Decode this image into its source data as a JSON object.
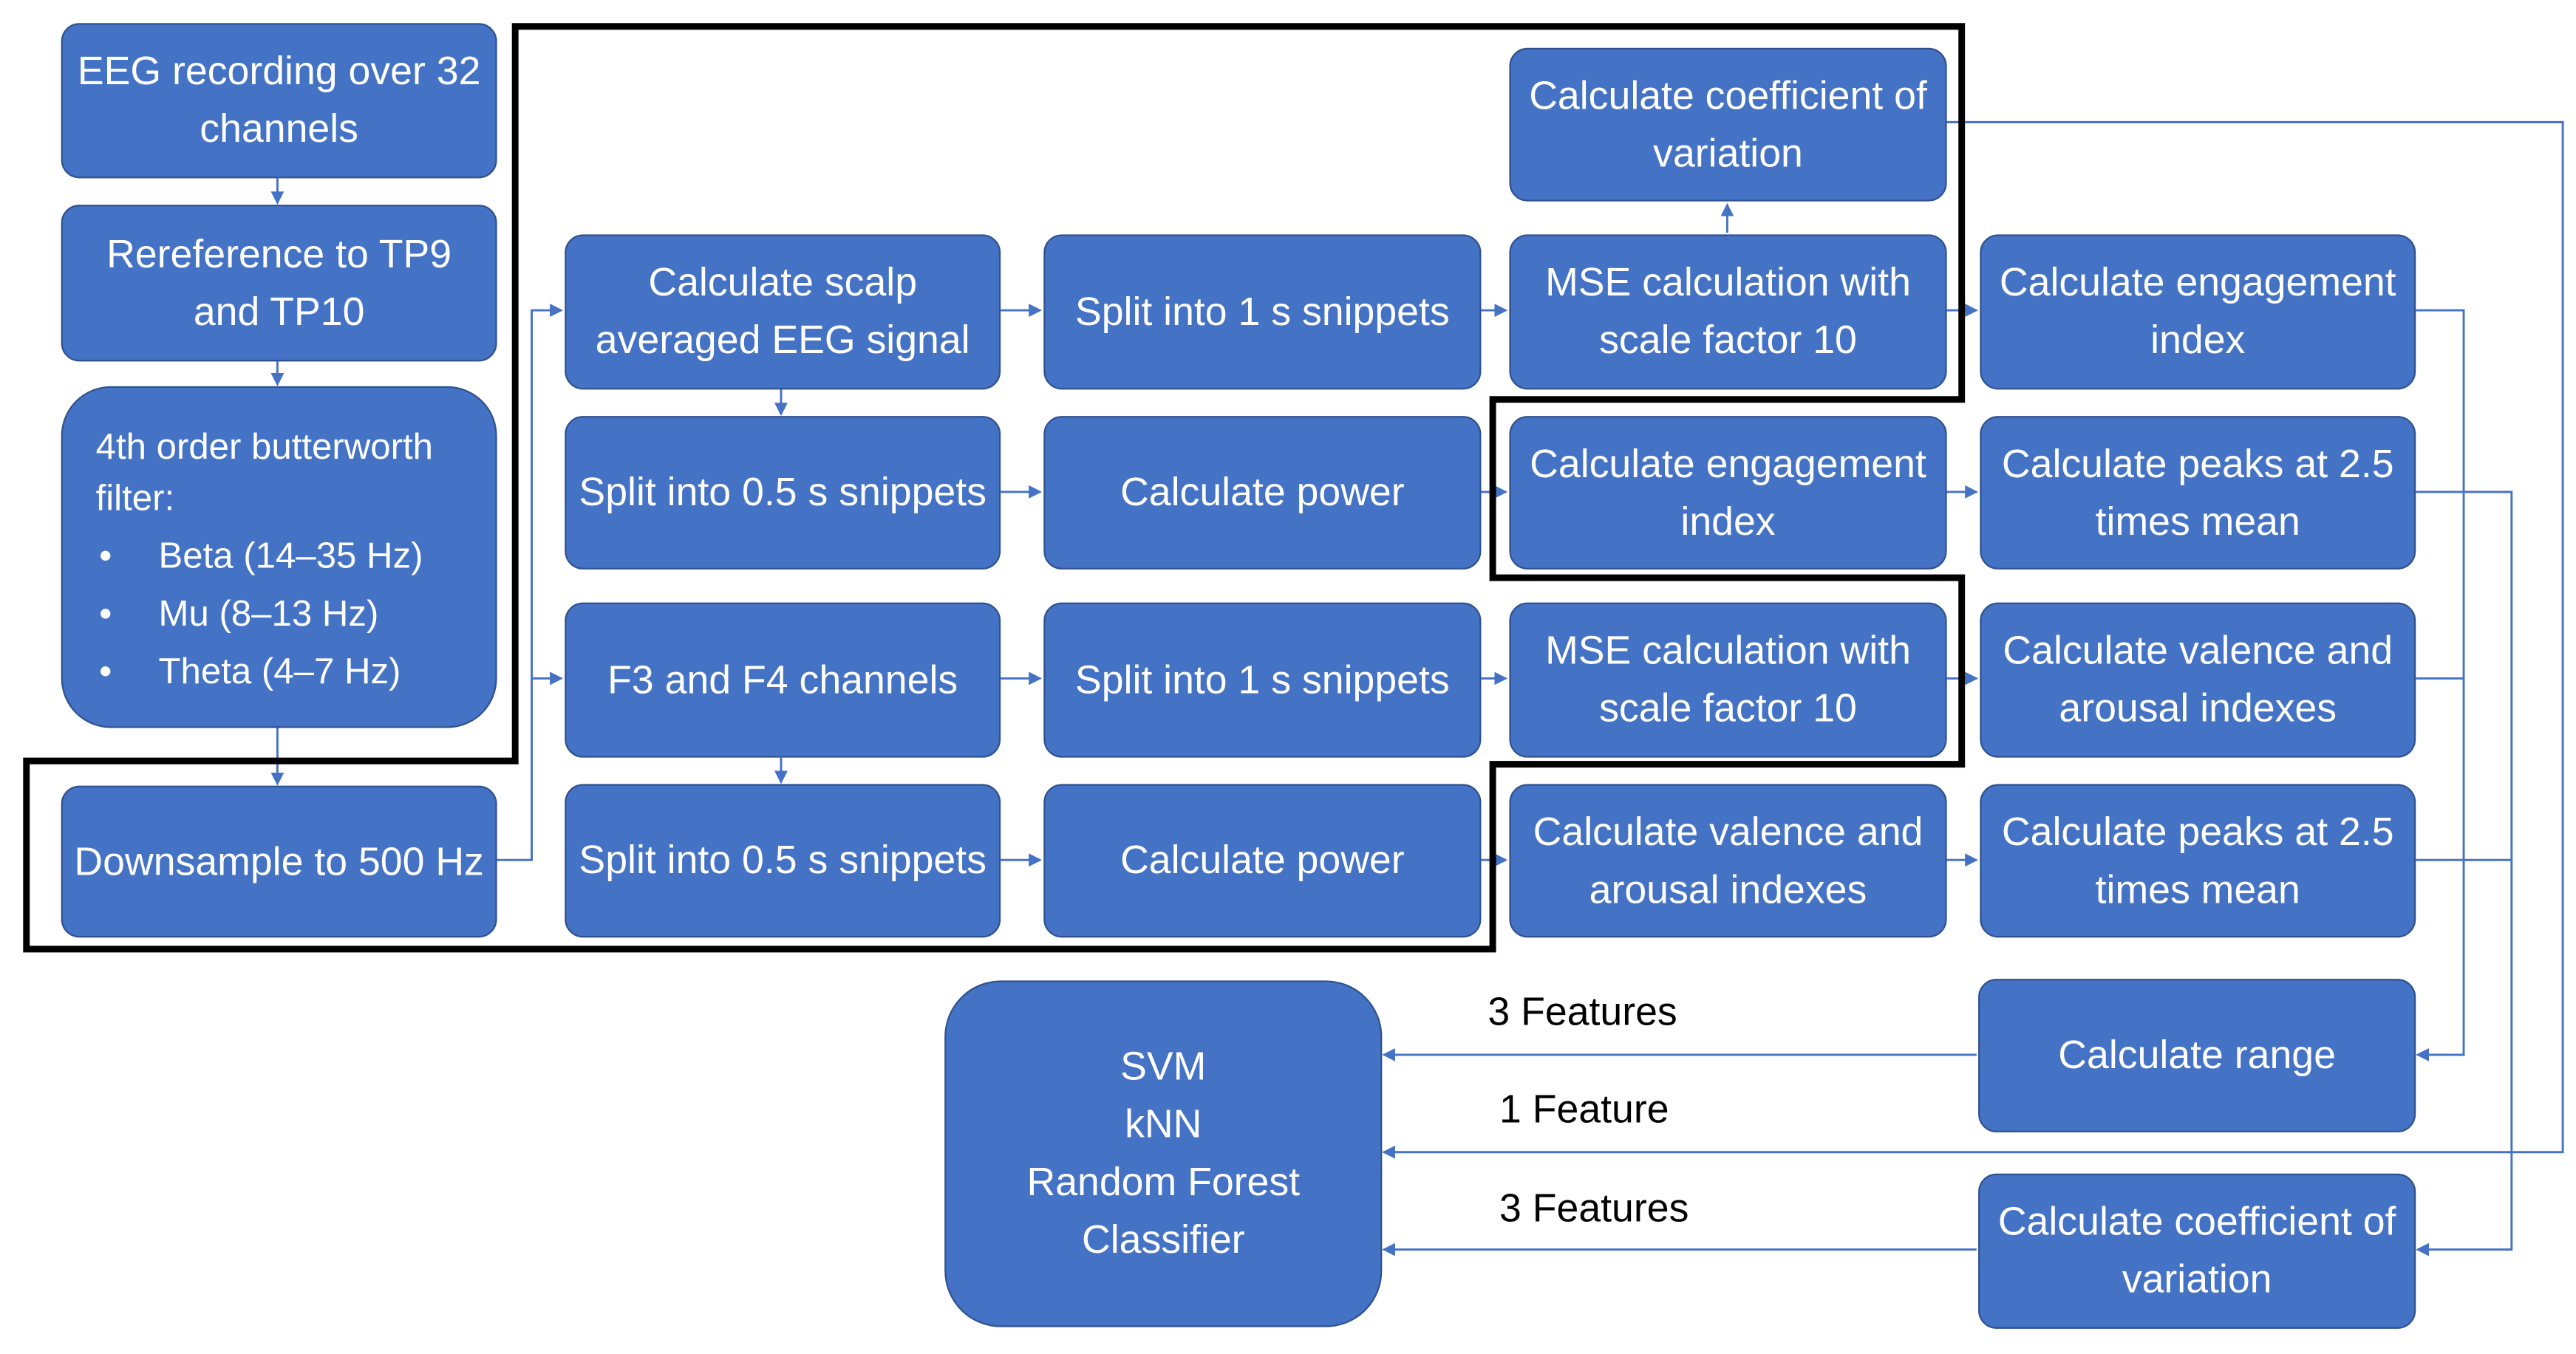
{
  "colors": {
    "box_fill": "#4472C4",
    "box_border": "#2F528F",
    "box_text": "#FFFFFF",
    "connector": "#4472C4",
    "group_outline": "#000000",
    "label_text": "#000000"
  },
  "nodes": {
    "eeg_recording": "EEG recording over 32 channels",
    "rereference": "Rereference to TP9 and TP10",
    "filter": {
      "title": "4th order butterworth filter:",
      "bands": [
        "Beta (14–35 Hz)",
        "Mu (8–13 Hz)",
        "Theta (4–7 Hz)"
      ]
    },
    "downsample": "Downsample to 500 Hz",
    "scalp_average": "Calculate scalp averaged EEG signal",
    "split_1s_a": "Split into 1 s snippets",
    "mse_a": "MSE calculation with scale factor 10",
    "cov_top": "Calculate coefficient of variation",
    "engagement_a": "Calculate engagement index",
    "split_05s_a": "Split into 0.5 s snippets",
    "power_a": "Calculate power",
    "engagement_b": "Calculate engagement index",
    "peaks_a": "Calculate peaks at 2.5 times mean",
    "f3f4": "F3 and F4 channels",
    "split_1s_b": "Split into 1 s snippets",
    "mse_b": "MSE calculation with scale factor 10",
    "valence_a": "Calculate valence and arousal indexes",
    "split_05s_b": "Split into 0.5 s snippets",
    "power_b": "Calculate power",
    "valence_b": "Calculate valence and arousal indexes",
    "peaks_b": "Calculate peaks at 2.5 times mean",
    "range": "Calculate range",
    "cov_bottom": "Calculate coefficient of variation",
    "classifier": [
      "SVM",
      "kNN",
      "Random Forest",
      "Classifier"
    ]
  },
  "edge_labels": {
    "range_to_classifier": "3 Features",
    "cov_top_to_classifier": "1 Feature",
    "cov_bottom_to_classifier": "3 Features"
  }
}
